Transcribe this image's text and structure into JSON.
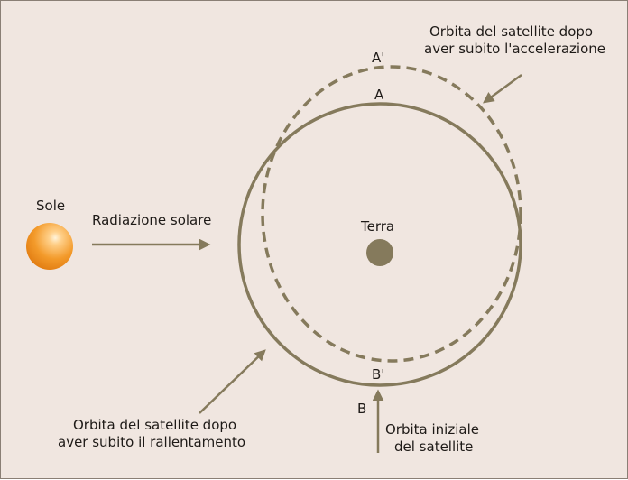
{
  "labels": {
    "sun": "Sole",
    "solar_radiation": "Radiazione solare",
    "earth": "Terra",
    "point_a": "A",
    "point_a_prime": "A'",
    "point_b": "B",
    "point_b_prime": "B'",
    "orbit_accel_line1": "Orbita del satellite dopo",
    "orbit_accel_line2": "aver subito l'accelerazione",
    "orbit_decel_line1": "Orbita del satellite dopo",
    "orbit_decel_line2": "aver subito il rallentamento",
    "initial_orbit_line1": "Orbita iniziale",
    "initial_orbit_line2": "del satellite"
  },
  "colors": {
    "background": "#f0e6e0",
    "border": "#8a7f75",
    "orbit": "#857a5c",
    "arrow": "#857a5c",
    "earth": "#857a5c",
    "sun_light": "#ffd08a",
    "sun_mid": "#f39a2a",
    "sun_dark": "#e07a10"
  }
}
